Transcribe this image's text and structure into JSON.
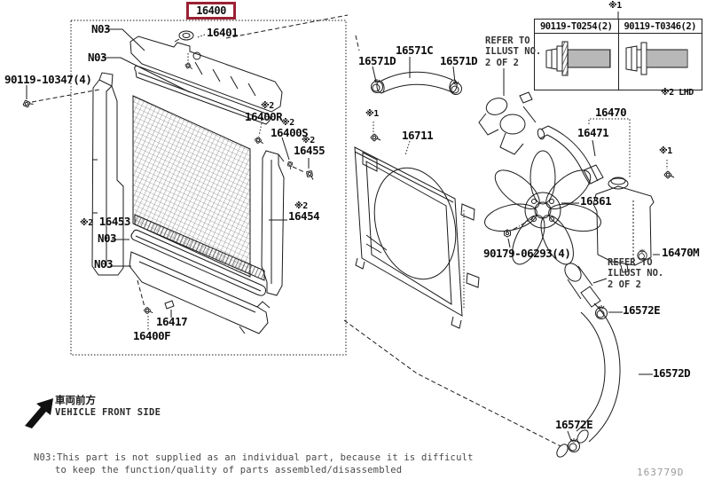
{
  "highlight": {
    "code": "16400"
  },
  "markers": {
    "m1": "※1",
    "m2": "※2"
  },
  "codes": {
    "n03": "N03",
    "cap": "16401",
    "bolt_left": "90119-10347(4)",
    "c16400R": "16400R",
    "c16400S": "16400S",
    "c16455": "16455",
    "c16453": "16453",
    "c16454": "16454",
    "c16417": "16417",
    "c16400F": "16400F",
    "c16571D": "16571D",
    "c16571C": "16571C",
    "c16711": "16711",
    "c16470": "16470",
    "c16471": "16471",
    "c16361": "16361",
    "bolt_fan": "90179-06293(4)",
    "c16470M": "16470M",
    "c16572E": "16572E",
    "c16572D": "16572D"
  },
  "refer_note": {
    "line1": "REFER TO",
    "line2": "ILLUST NO.",
    "line3": "2 OF 2"
  },
  "fastener_table": {
    "marker": "※1",
    "columns": [
      "90119-T0254(2)",
      "90119-T0346(2)"
    ],
    "footnote": "※2 LHD"
  },
  "front_direction": {
    "jp": "車両前方",
    "en": "VEHICLE FRONT SIDE"
  },
  "footnote": {
    "line1": "N03:This part is not supplied as an individual part, because it is difficult",
    "line2": "to keep the function/quality of parts assembled/disassembled"
  },
  "page_code": "163779D",
  "colors": {
    "highlight_border": "#9c2134",
    "line": "#1a1a1a"
  }
}
